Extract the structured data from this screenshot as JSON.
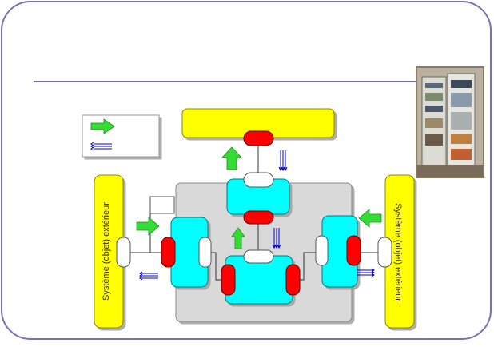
{
  "external_system": {
    "left_label": "Système (objet)  extérieur",
    "right_label": "Système (objet)  extérieur"
  },
  "photo": {
    "icon": "electrical-cabinet-photo"
  },
  "colors": {
    "frame_border": "#7373b8",
    "title_rule": "#6b6bb0",
    "yellow_block": "#ffff00",
    "cyan_block": "#00ffff",
    "red_port": "#ff0000",
    "energy_arrow": "#33dd33",
    "signal_arrow": "#0000cc",
    "housing": "#d9d9d9"
  },
  "legend": {
    "energy_icon": "green-arrow-icon",
    "signal_icon": "blue-triple-arrow-icon"
  }
}
